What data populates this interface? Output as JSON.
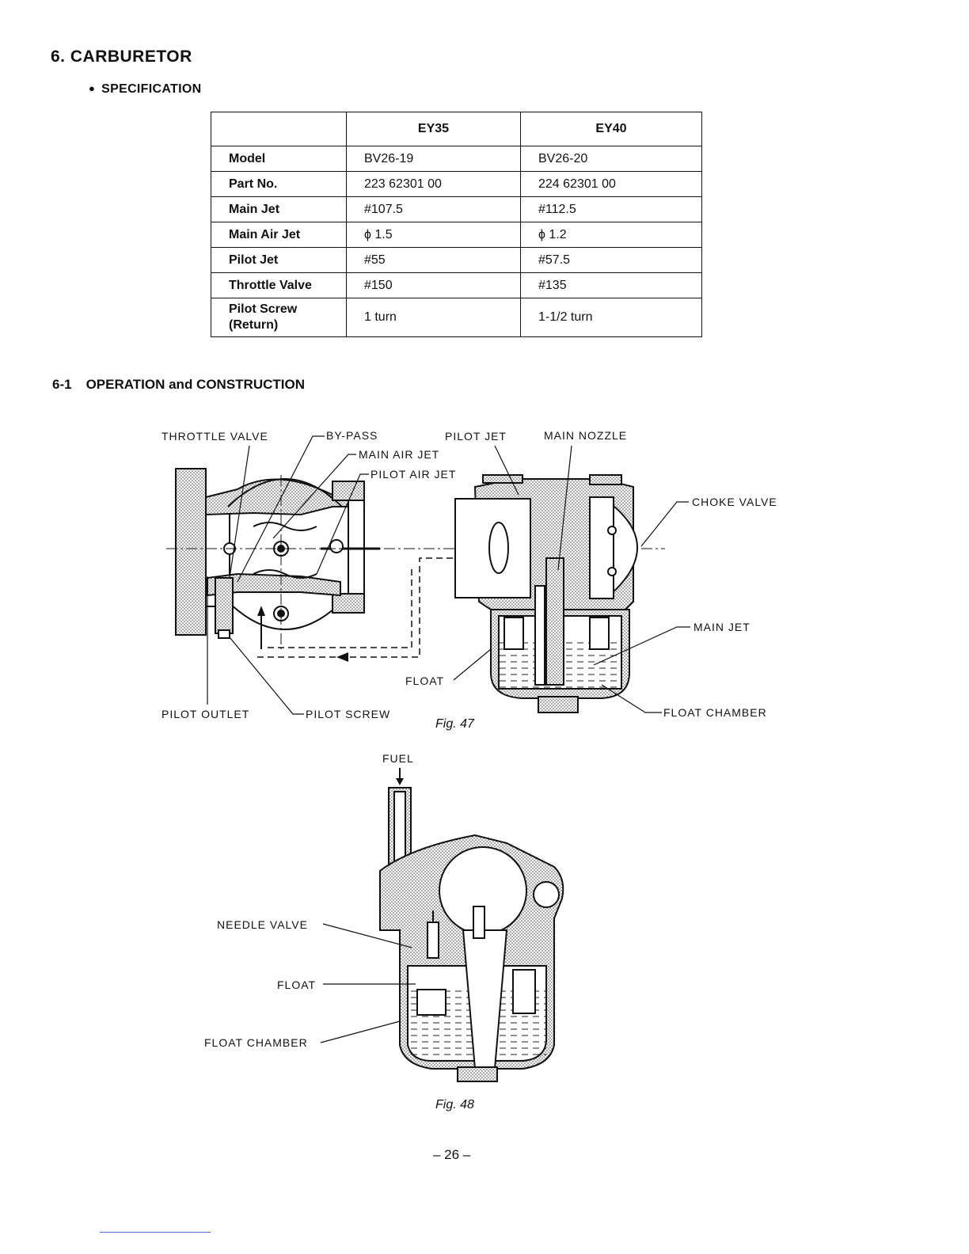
{
  "section": {
    "number": "6.",
    "title": "CARBURETOR"
  },
  "spec": {
    "heading": "SPECIFICATION",
    "columns": [
      "",
      "EY35",
      "EY40"
    ],
    "rows": [
      {
        "label": "Model",
        "ey35": "BV26-19",
        "ey40": "BV26-20"
      },
      {
        "label": "Part No.",
        "ey35": "223 62301 00",
        "ey40": "224 62301 00"
      },
      {
        "label": "Main Jet",
        "ey35": "#107.5",
        "ey40": "#112.5"
      },
      {
        "label": "Main Air Jet",
        "ey35": "ϕ 1.5",
        "ey40": "ϕ 1.2"
      },
      {
        "label": "Pilot Jet",
        "ey35": "#55",
        "ey40": "#57.5"
      },
      {
        "label": "Throttle Valve",
        "ey35": "#150",
        "ey40": "#135"
      },
      {
        "label": "Pilot Screw\n(Return)",
        "ey35": "1 turn",
        "ey40": "1-1/2 turn"
      }
    ]
  },
  "subsection": {
    "number": "6-1",
    "title": "OPERATION and CONSTRUCTION"
  },
  "fig47": {
    "caption": "Fig. 47",
    "labels": {
      "throttle_valve": "THROTTLE VALVE",
      "by_pass": "BY-PASS",
      "pilot_jet": "PILOT JET",
      "main_nozzle": "MAIN NOZZLE",
      "main_air_jet": "MAIN AIR JET",
      "pilot_air_jet": "PILOT AIR JET",
      "choke_valve": "CHOKE VALVE",
      "main_jet": "MAIN JET",
      "float": "FLOAT",
      "float_chamber": "FLOAT CHAMBER",
      "pilot_outlet": "PILOT OUTLET",
      "pilot_screw": "PILOT SCREW"
    }
  },
  "fig48": {
    "caption": "Fig. 48",
    "labels": {
      "fuel": "FUEL",
      "needle_valve": "NEEDLE VALVE",
      "float": "FLOAT",
      "float_chamber": "FLOAT CHAMBER"
    }
  },
  "page_number": "– 26 –"
}
